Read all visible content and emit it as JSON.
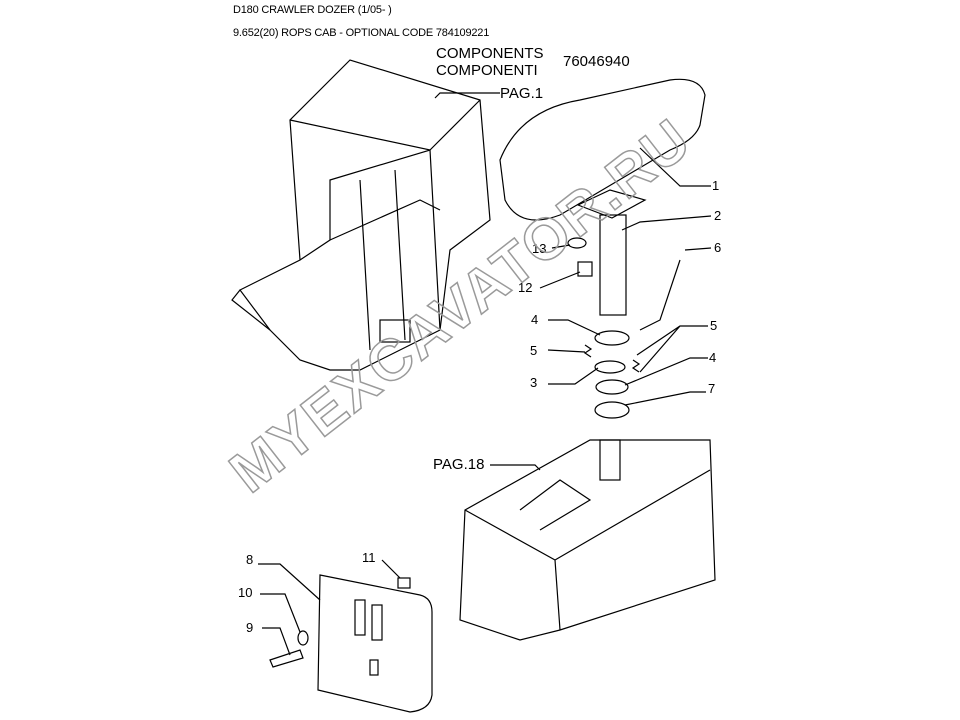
{
  "header": {
    "model": "D180 CRAWLER DOZER (1/05- )",
    "section": "9.652(20) ROPS CAB - OPTIONAL CODE 784109221"
  },
  "diagram": {
    "title_en": "COMPONENTS",
    "title_it": "COMPONENTI",
    "part_number": "76046940",
    "page_refs": [
      "PAG.1",
      "PAG.18"
    ],
    "callouts": [
      "1",
      "2",
      "6",
      "13",
      "12",
      "4",
      "5",
      "5",
      "4",
      "3",
      "7",
      "8",
      "11",
      "10",
      "9"
    ],
    "watermark": "MYEXCAVATOR.RU"
  }
}
